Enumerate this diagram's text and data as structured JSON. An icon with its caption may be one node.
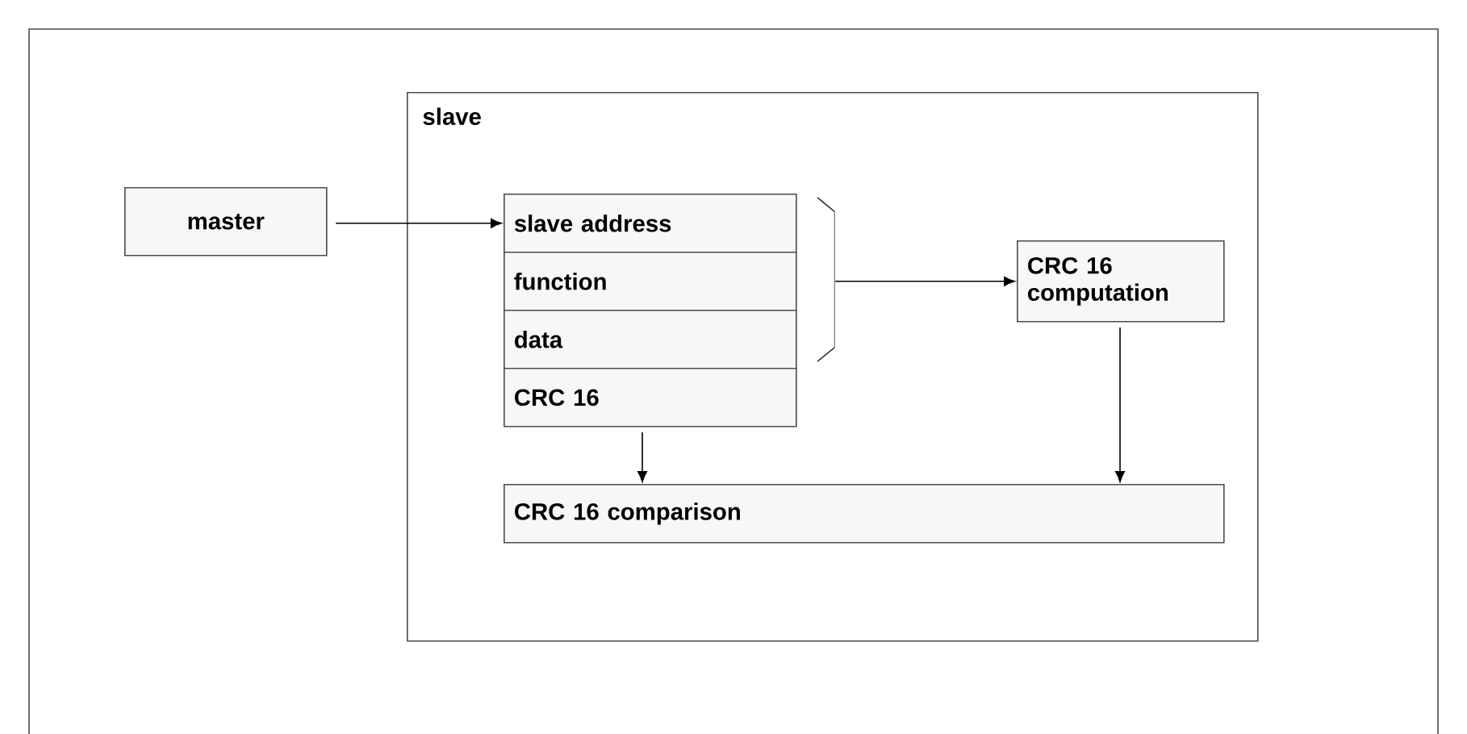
{
  "diagram": {
    "nodes": [
      {
        "text": [
          "master"
        ]
      },
      {
        "text": [
          "slave"
        ]
      },
      {
        "text": [
          "slave address"
        ],
        "in": 1
      },
      {
        "text": [
          "function"
        ],
        "in": 1
      },
      {
        "text": [
          "data"
        ],
        "in": 1
      },
      {
        "text": [
          "CRC 16"
        ],
        "in": 1
      },
      {
        "text": [],
        "shape": "bracket",
        "in": 1
      },
      {
        "text": [
          "CRC 16 computation"
        ],
        "in": 1
      },
      {
        "text": [
          "CRC 16 comparison"
        ],
        "in": 1
      }
    ],
    "edges": [
      {
        "from": 0,
        "to": 2,
        "arrow": "to"
      },
      {
        "from": 6,
        "to": 7,
        "arrow": "to"
      },
      {
        "from": 5,
        "to": 8,
        "arrow": "to"
      },
      {
        "from": 7,
        "to": 8,
        "arrow": "to"
      }
    ]
  }
}
